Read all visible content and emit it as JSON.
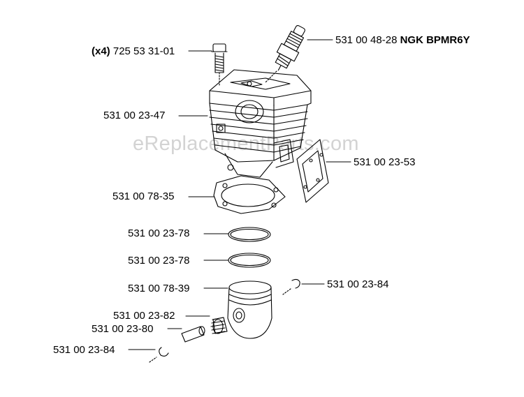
{
  "watermark": "eReplacementParts.com",
  "callouts": {
    "bolt_qty": "(x4)",
    "bolt": "725 53 31-01",
    "spark_plug": "531 00 48-28",
    "spark_plug_type": "NGK BPMR6Y",
    "cylinder": "531 00 23-47",
    "gasket_exhaust": "531 00 23-53",
    "gasket_base": "531 00 78-35",
    "ring_top": "531 00 23-78",
    "ring_bottom": "531 00 23-78",
    "piston": "531 00 78-39",
    "circlip_right": "531 00 23-84",
    "bearing": "531 00 23-82",
    "pin": "531 00 23-80",
    "circlip_left": "531 00 23-84"
  }
}
